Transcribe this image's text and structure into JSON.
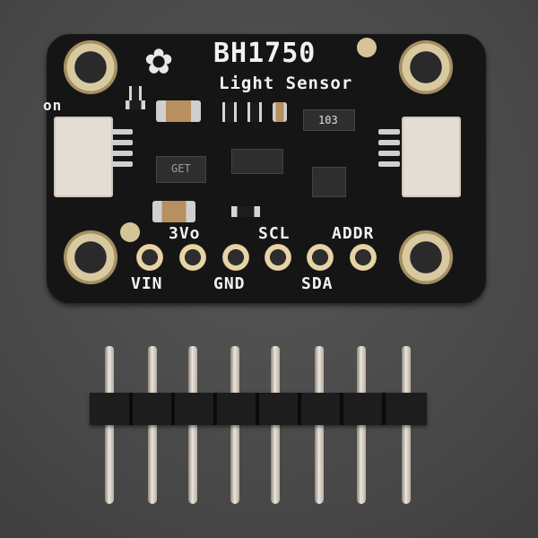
{
  "image": {
    "subject": "Adafruit BH1750 Light Sensor breakout board with 8-pin male header",
    "background_color": "#4d4d4d",
    "board_color": "#151515"
  },
  "board": {
    "title": "BH1750",
    "subtitle": "Light Sensor",
    "led_label": "on",
    "logo": "adafruit-flower-star",
    "chip_markings": [
      "GET",
      "103"
    ],
    "pin_labels_top": [
      "3Vo",
      "SCL",
      "ADDR"
    ],
    "pin_labels_bottom": [
      "VIN",
      "GND",
      "SDA"
    ],
    "pin_count": 6
  },
  "header": {
    "pin_count": 8
  }
}
